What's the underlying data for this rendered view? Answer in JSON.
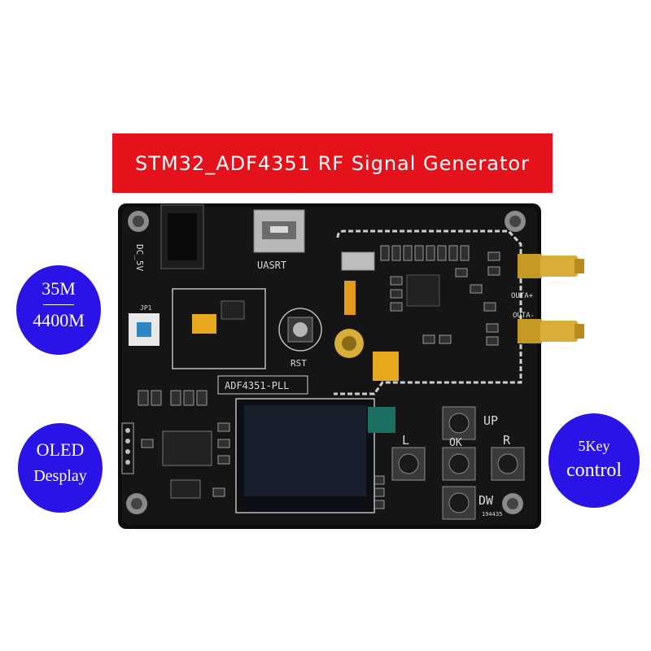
{
  "banner": {
    "title": "STM32_ADF4351 RF Signal Generator"
  },
  "badges": {
    "freq": {
      "line1": "35M",
      "line2": "4400M"
    },
    "oled": {
      "line1": "OLED",
      "line2": "Desplay"
    },
    "keys": {
      "line1": "5Key",
      "line2": "control"
    }
  },
  "board": {
    "labels": {
      "dc": "DC_5V",
      "usart": "UASRT",
      "rst": "RST",
      "pll": "ADF4351-PLL",
      "up": "UP",
      "dw": "DW",
      "left": "L",
      "right": "R",
      "ok": "OK",
      "outa_plus": "OUTA+",
      "outa_minus": "OUTA-",
      "jp1": "JP1",
      "pcb_code": "194435"
    }
  },
  "colors": {
    "banner": "#e5121b",
    "badge": "#2a13e6",
    "pcb": "#0d0d0d"
  }
}
